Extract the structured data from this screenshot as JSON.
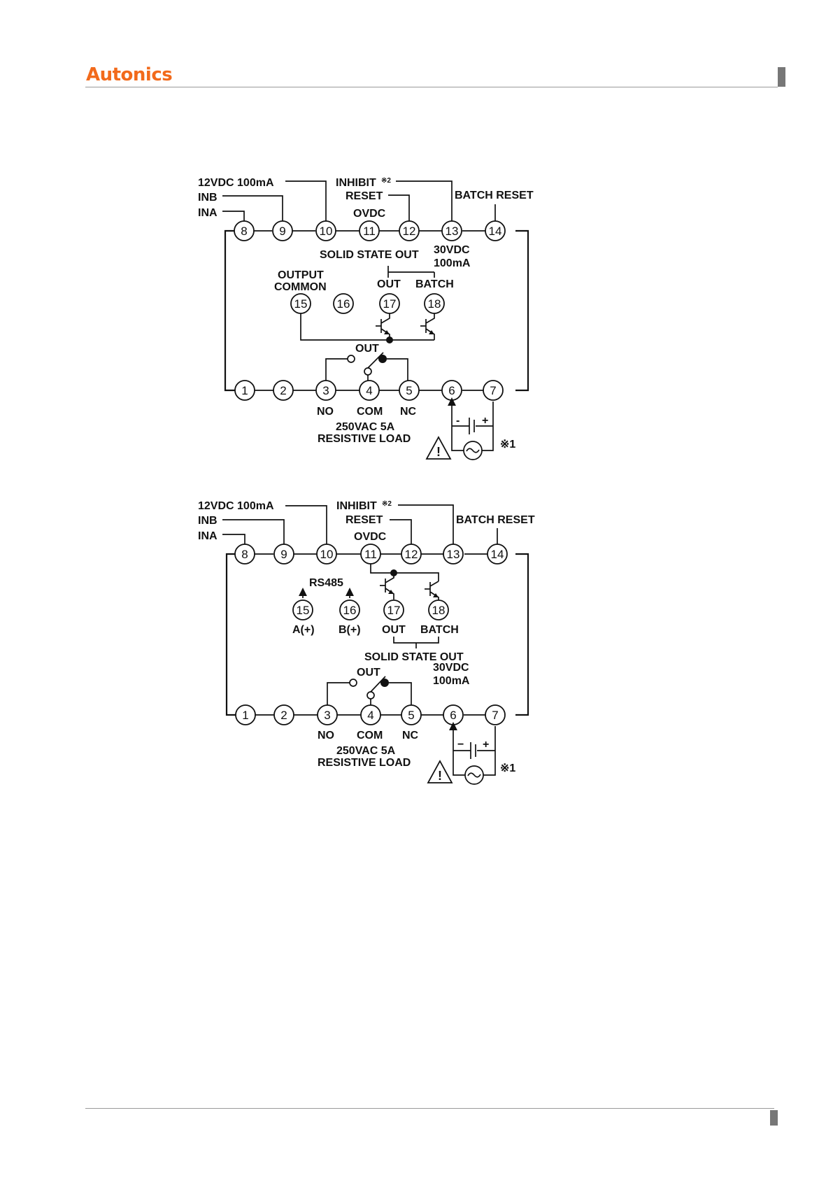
{
  "header": {
    "brand": "Autonics",
    "brand_color": "#f26a1b"
  },
  "diagram1": {
    "labels": {
      "top_left_1": "12VDC 100mA",
      "top_left_2": "INB",
      "top_left_3": "INA",
      "inhibit": "INHIBIT",
      "inhibit_note": "※2",
      "reset": "RESET",
      "batch_reset": "BATCH RESET",
      "ovdc": "OVDC",
      "solid_state_out": "SOLID STATE OUT",
      "vdc30": "30VDC",
      "ma100": "100mA",
      "output": "OUTPUT",
      "common": "COMMON",
      "ssr_out": "OUT",
      "ssr_batch": "BATCH",
      "relay_out": "OUT",
      "no": "NO",
      "com": "COM",
      "nc": "NC",
      "rating_1": "250VAC 5A",
      "rating_2": "RESISTIVE LOAD",
      "minus": "-",
      "plus": "+",
      "power_note": "※1"
    }
  },
  "diagram2": {
    "labels": {
      "top_left_1": "12VDC 100mA",
      "top_left_2": "INB",
      "top_left_3": "INA",
      "inhibit": "INHIBIT",
      "inhibit_note": "※2",
      "reset": "RESET",
      "batch_reset": "BATCH RESET",
      "ovdc": "OVDC",
      "rs485": "RS485",
      "a_plus": "A(+)",
      "b_plus": "B(+)",
      "ssr_out": "OUT",
      "ssr_batch": "BATCH",
      "solid_state_out": "SOLID STATE OUT",
      "vdc30": "30VDC",
      "ma100": "100mA",
      "relay_out": "OUT",
      "no": "NO",
      "com": "COM",
      "nc": "NC",
      "rating_1": "250VAC 5A",
      "rating_2": "RESISTIVE LOAD",
      "minus": "−",
      "plus": "+",
      "power_note": "※1"
    }
  },
  "terminals": [
    "1",
    "2",
    "3",
    "4",
    "5",
    "6",
    "7",
    "8",
    "9",
    "10",
    "11",
    "12",
    "13",
    "14",
    "15",
    "16",
    "17",
    "18"
  ]
}
